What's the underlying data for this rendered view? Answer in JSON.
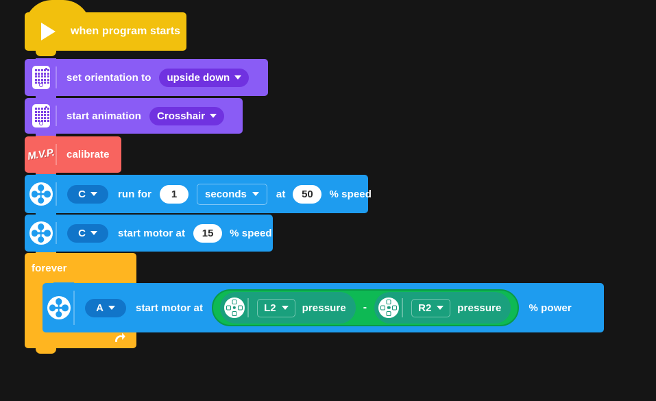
{
  "canvas": {
    "background": "#151515"
  },
  "palette": {
    "events_yellow": "#F2C00D",
    "hub_purple": "#8A5CF5",
    "hub_purple_dark": "#7032E0",
    "mvp_red": "#F8645F",
    "motor_blue": "#1E9CEF",
    "motor_blue_dark": "#1175C9",
    "control_orange": "#FFB520",
    "operator_green": "#0EB954",
    "sensor_teal": "#1AA07D",
    "text_white": "#FFFFFF",
    "number_text": "#2A2A2A"
  },
  "script": {
    "hat": {
      "icon": "play-icon",
      "label": "when program starts"
    },
    "blocks": [
      {
        "id": "set-orientation",
        "icon": "hub-matrix-icon",
        "label": "set orientation to",
        "dropdown": {
          "value": "upside down",
          "arrow": "chevron-down-icon"
        }
      },
      {
        "id": "start-animation",
        "icon": "hub-matrix-icon",
        "label": "start animation",
        "dropdown": {
          "value": "Crosshair",
          "arrow": "chevron-down-icon"
        }
      },
      {
        "id": "calibrate",
        "icon": "mvp-logo-icon",
        "icon_text": "M.V.P.",
        "label": "calibrate"
      },
      {
        "id": "motor-run-for",
        "icon": "motor-icon",
        "port": {
          "value": "C",
          "arrow": "chevron-down-icon"
        },
        "label_1": "run for",
        "duration": "1",
        "unit": {
          "value": "seconds",
          "arrow": "chevron-down-icon"
        },
        "label_2": "at",
        "speed": "50",
        "label_3": "% speed"
      },
      {
        "id": "motor-start-at",
        "icon": "motor-icon",
        "port": {
          "value": "C",
          "arrow": "chevron-down-icon"
        },
        "label_1": "start motor at",
        "speed": "15",
        "label_2": "% speed"
      }
    ],
    "forever": {
      "label": "forever",
      "loop_icon": "loop-arrow-icon",
      "child": {
        "id": "motor-start-power",
        "icon": "motor-icon",
        "port": {
          "value": "A",
          "arrow": "chevron-down-icon"
        },
        "label_1": "start motor at",
        "label_2": "% power",
        "operator": {
          "type": "subtract",
          "symbol": "-",
          "left": {
            "icon": "controller-icon",
            "button": {
              "value": "L2",
              "arrow": "chevron-down-icon"
            },
            "label": "pressure"
          },
          "right": {
            "icon": "controller-icon",
            "button": {
              "value": "R2",
              "arrow": "chevron-down-icon"
            },
            "label": "pressure"
          }
        }
      }
    }
  }
}
